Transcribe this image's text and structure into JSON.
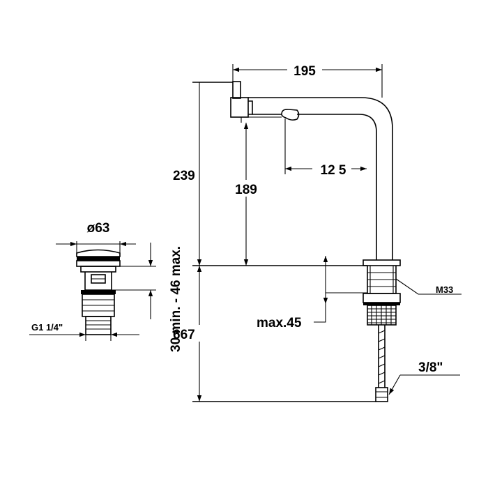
{
  "dimensions": {
    "width_195": "195",
    "depth_125": "12 5",
    "height_239": "239",
    "height_189": "189",
    "height_667": "667",
    "deck_thickness": "30 min. - 46 max.",
    "max_45": "max.45",
    "thread_m33": "M33",
    "hose_connection": "3/8\"",
    "waste_diameter": "ø63",
    "waste_thread": "G1 1/4\""
  },
  "colors": {
    "line": "#000000",
    "background": "#ffffff"
  }
}
